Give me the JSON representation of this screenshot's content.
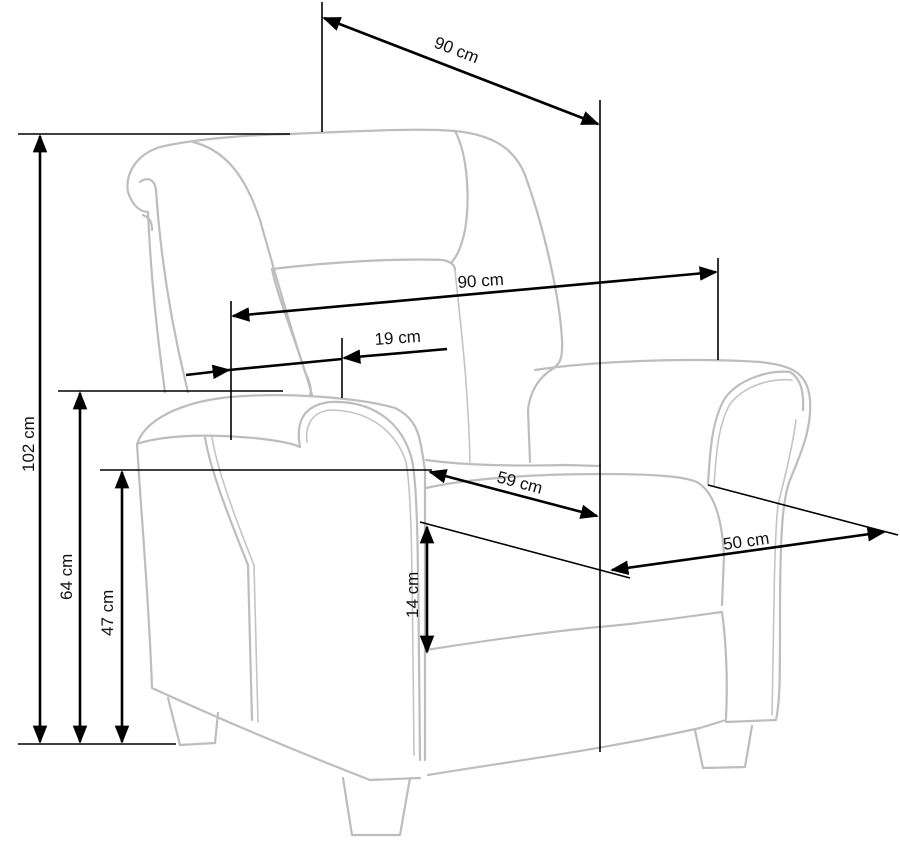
{
  "diagram": {
    "subject": "Armchair dimension drawing",
    "line_colors": {
      "outline": "#bdbdbd",
      "dimension": "#000000"
    },
    "dimensions": {
      "overall_depth": "90 cm",
      "overall_width": "90 cm",
      "armrest_width": "19 cm",
      "seat_depth": "59 cm",
      "seat_width": "50 cm",
      "seat_cushion_thickness": "14 cm",
      "overall_height": "102 cm",
      "armrest_height": "64 cm",
      "seat_height": "47 cm"
    }
  }
}
